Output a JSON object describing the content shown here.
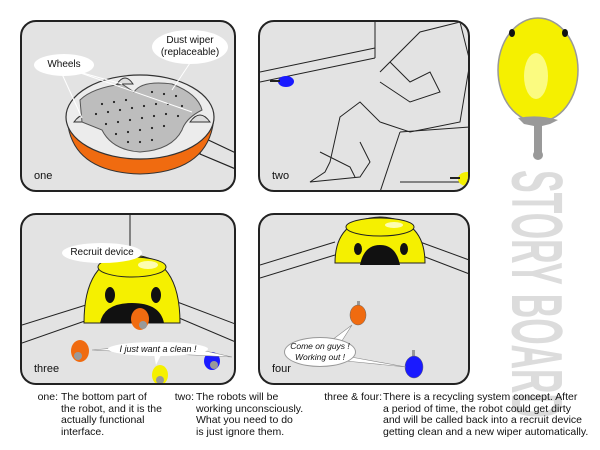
{
  "panels": [
    {
      "id": "one",
      "label": "one",
      "annotations": {
        "wheels": "Wheels",
        "dust_wiper_line1": "Dust wiper",
        "dust_wiper_line2": "(replaceable)"
      }
    },
    {
      "id": "two",
      "label": "two"
    },
    {
      "id": "three",
      "label": "three",
      "annotations": {
        "recruit_device": "Recruit device",
        "speech": "I just want a clean !"
      }
    },
    {
      "id": "four",
      "label": "four",
      "annotations": {
        "speech_line1": "Come on guys !",
        "speech_line2": "Working out !"
      }
    }
  ],
  "title": {
    "text": "STORY BOARD"
  },
  "captions": [
    {
      "term": "one:",
      "lines": [
        "The bottom part of",
        "the robot, and it is the",
        "actually functional",
        "interface."
      ]
    },
    {
      "term": "two:",
      "lines": [
        "The robots will be",
        "working unconsciously.",
        "What you need to do",
        "is just ignore them."
      ]
    },
    {
      "term": "three & four:",
      "lines": [
        "There is a recycling system concept. After",
        "a period of time, the robot could get dirty",
        "and will be called back into a recruit device",
        "getting clean and a new wiper automatically."
      ]
    }
  ],
  "colors": {
    "robot_orange": "#f06b10",
    "robot_yellow": "#f5f000",
    "robot_blue": "#1a1aff",
    "panel_bg": "#e3e3e3",
    "title_gray": "#dcdcdc"
  }
}
